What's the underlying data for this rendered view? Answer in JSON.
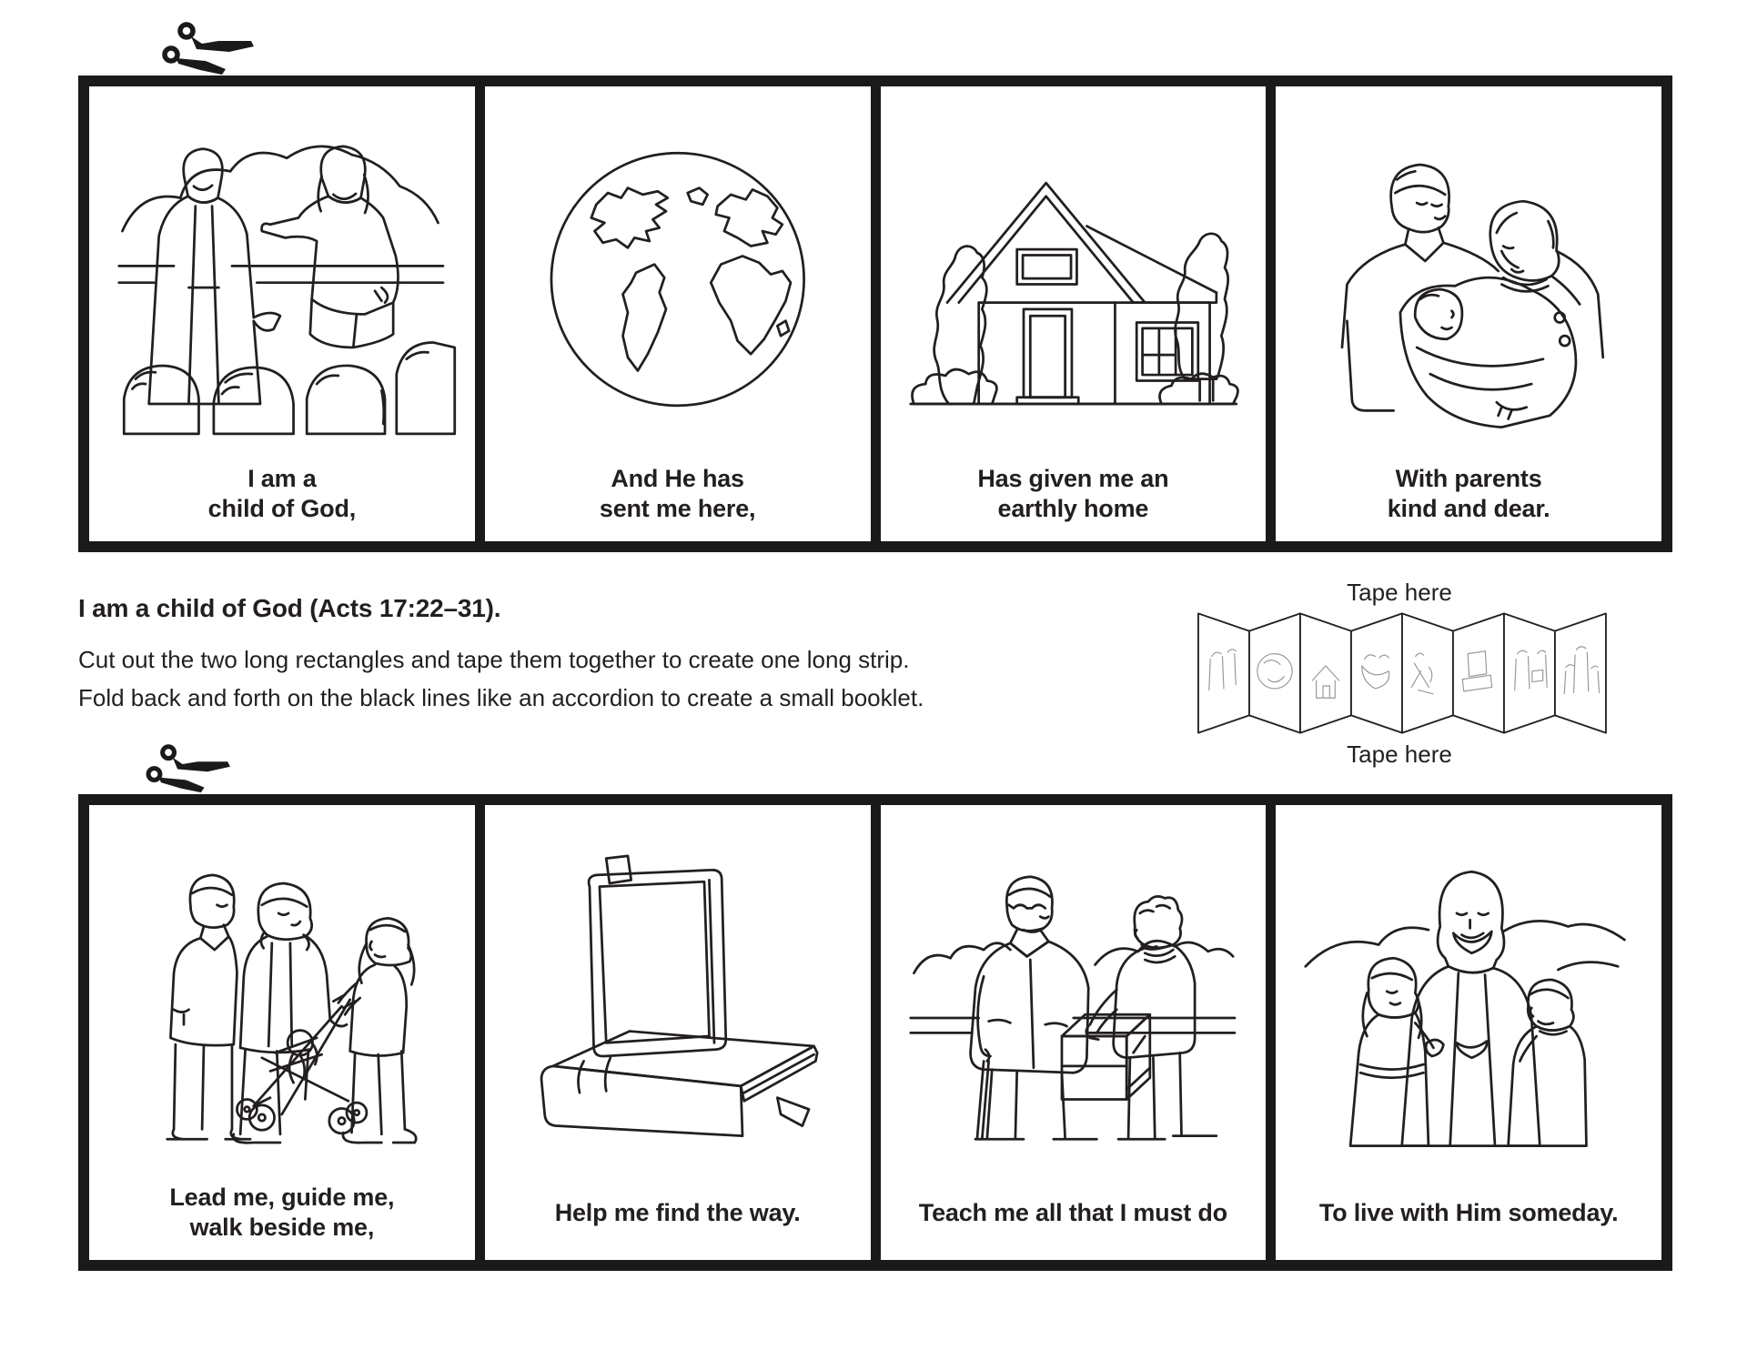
{
  "page": {
    "title": "I am a child of God accordion booklet activity page",
    "ink_color": "#231f20",
    "background_color": "#ffffff"
  },
  "instructions": {
    "heading": "I am a child of God (Acts 17:22–31).",
    "body_line1": "Cut out the two long rectangles and tape them together to create one long strip.",
    "body_line2": "Fold back and forth on the black lines like an accordion to create a small booklet.",
    "tape_label_top": "Tape here",
    "tape_label_bottom": "Tape here"
  },
  "icons": {
    "scissors_top": "scissors-icon",
    "scissors_bottom": "scissors-icon",
    "accordion_diagram": "accordion-folded-strip"
  },
  "strips": [
    {
      "name": "top-strip",
      "panels": [
        {
          "illustration": "jesus-teaching-children",
          "caption_line1": "I am a",
          "caption_line2": "child of God,"
        },
        {
          "illustration": "earth-globe",
          "caption_line1": "And He has",
          "caption_line2": "sent me here,"
        },
        {
          "illustration": "house-with-trees",
          "caption_line1": "Has given me an",
          "caption_line2": "earthly home"
        },
        {
          "illustration": "parents-holding-baby",
          "caption_line1": "With parents",
          "caption_line2": "kind and dear."
        }
      ]
    },
    {
      "name": "bottom-strip",
      "panels": [
        {
          "illustration": "family-with-stroller",
          "caption_line1": "Lead me, guide me,",
          "caption_line2": "walk beside me,"
        },
        {
          "illustration": "scripture-books",
          "caption_line1": "Help me find the way.",
          "caption_line2": ""
        },
        {
          "illustration": "boy-helping-elderly-man",
          "caption_line1": "Teach me all that I must do",
          "caption_line2": ""
        },
        {
          "illustration": "jesus-with-children",
          "caption_line1": "To live with Him someday.",
          "caption_line2": ""
        }
      ]
    }
  ]
}
